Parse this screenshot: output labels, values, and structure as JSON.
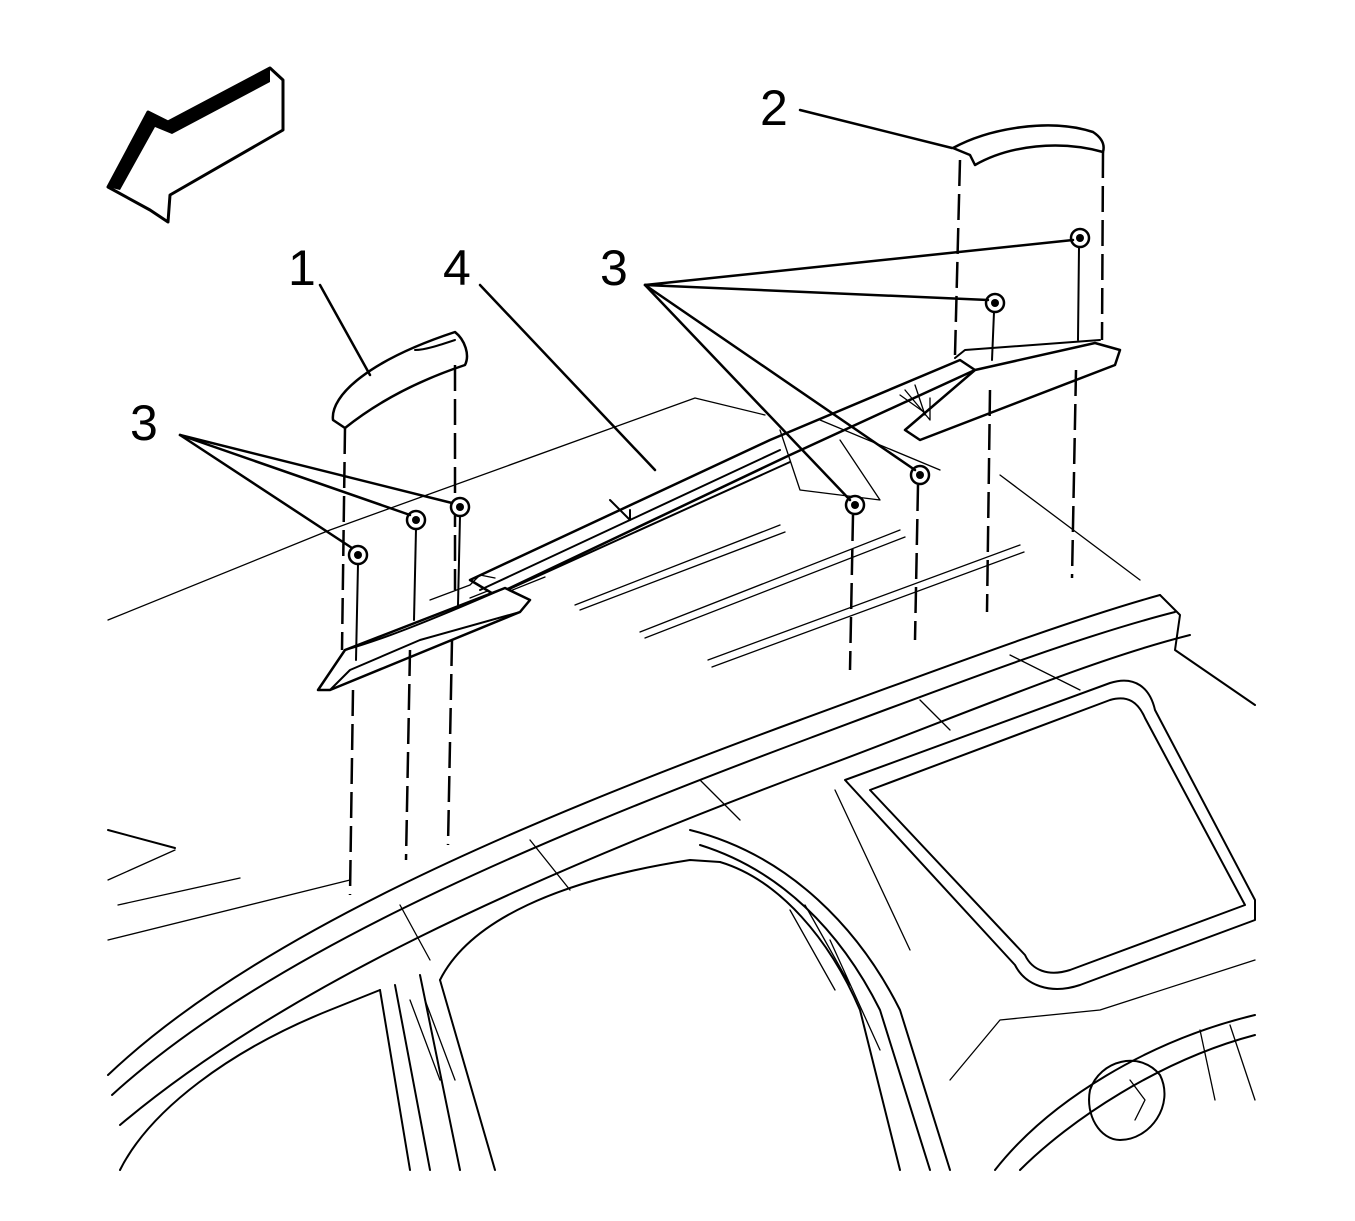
{
  "figure": {
    "callouts": {
      "c1": "1",
      "c2": "2",
      "c3_left": "3",
      "c3_right": "3",
      "c4": "4"
    },
    "colors": {
      "ink": "#000000",
      "paper": "#ffffff"
    },
    "icons": {
      "direction": "arrow-front-icon"
    }
  }
}
